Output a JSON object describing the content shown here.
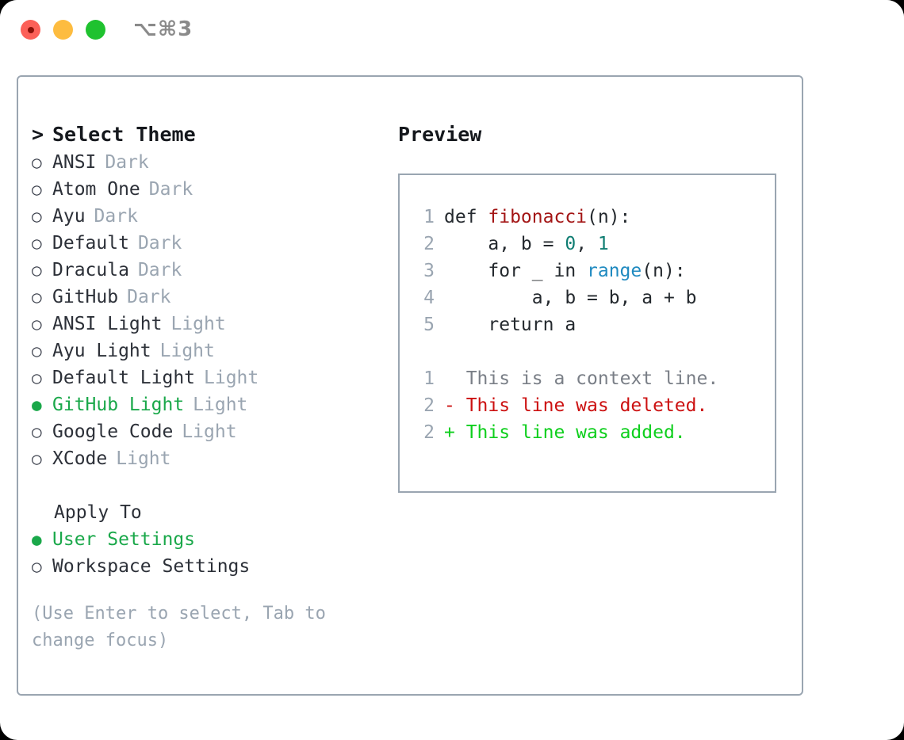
{
  "titlebar": {
    "shortcut": "⌥⌘3",
    "lights": [
      "close",
      "minimize",
      "zoom"
    ]
  },
  "theme_panel": {
    "header": "Select Theme",
    "header_caret": ">",
    "bullet_empty": "○",
    "bullet_filled": "●",
    "items": [
      {
        "name": "ANSI",
        "tag": "Dark",
        "selected": false
      },
      {
        "name": "Atom One",
        "tag": "Dark",
        "selected": false
      },
      {
        "name": "Ayu",
        "tag": "Dark",
        "selected": false
      },
      {
        "name": "Default",
        "tag": "Dark",
        "selected": false
      },
      {
        "name": "Dracula",
        "tag": "Dark",
        "selected": false
      },
      {
        "name": "GitHub",
        "tag": "Dark",
        "selected": false
      },
      {
        "name": "ANSI Light",
        "tag": "Light",
        "selected": false
      },
      {
        "name": "Ayu Light",
        "tag": "Light",
        "selected": false
      },
      {
        "name": "Default Light",
        "tag": "Light",
        "selected": false
      },
      {
        "name": "GitHub Light",
        "tag": "Light",
        "selected": true
      },
      {
        "name": "Google Code",
        "tag": "Light",
        "selected": false
      },
      {
        "name": "XCode",
        "tag": "Light",
        "selected": false
      }
    ]
  },
  "apply_to": {
    "label": "Apply To",
    "options": [
      {
        "name": "User Settings",
        "selected": true
      },
      {
        "name": "Workspace Settings",
        "selected": false
      }
    ]
  },
  "hint": "(Use Enter to select, Tab to change focus)",
  "preview": {
    "title": "Preview",
    "code_lines": [
      {
        "num": "1",
        "segments": [
          {
            "text": "def ",
            "style": "code-text"
          },
          {
            "text": "fibonacci",
            "style": "tok-fn"
          },
          {
            "text": "(n):",
            "style": "code-text"
          }
        ]
      },
      {
        "num": "2",
        "segments": [
          {
            "text": "    a, b = ",
            "style": "code-text"
          },
          {
            "text": "0",
            "style": "tok-num"
          },
          {
            "text": ", ",
            "style": "code-text"
          },
          {
            "text": "1",
            "style": "tok-num"
          }
        ]
      },
      {
        "num": "3",
        "segments": [
          {
            "text": "    for _ in ",
            "style": "code-text"
          },
          {
            "text": "range",
            "style": "tok-call"
          },
          {
            "text": "(n):",
            "style": "code-text"
          }
        ]
      },
      {
        "num": "4",
        "segments": [
          {
            "text": "        a, b = b, a + b",
            "style": "code-text"
          }
        ]
      },
      {
        "num": "5",
        "segments": [
          {
            "text": "    return a",
            "style": "code-text"
          }
        ]
      }
    ],
    "diff_lines": [
      {
        "num": "1",
        "marker": "  ",
        "text": "This is a context line.",
        "style": "diff-ctx"
      },
      {
        "num": "2",
        "marker": "- ",
        "text": "This line was deleted.",
        "style": "diff-del"
      },
      {
        "num": "2",
        "marker": "+ ",
        "text": "This line was added.",
        "style": "diff-add"
      }
    ]
  },
  "colors": {
    "accent_green": "#1aa84a",
    "muted": "#9aa5b1",
    "border": "#9aa5b1",
    "function": "#a31515",
    "number": "#0f7d72",
    "builtin": "#1f8ac0",
    "diff_add": "#0ecf1d",
    "diff_del": "#cc1111"
  }
}
